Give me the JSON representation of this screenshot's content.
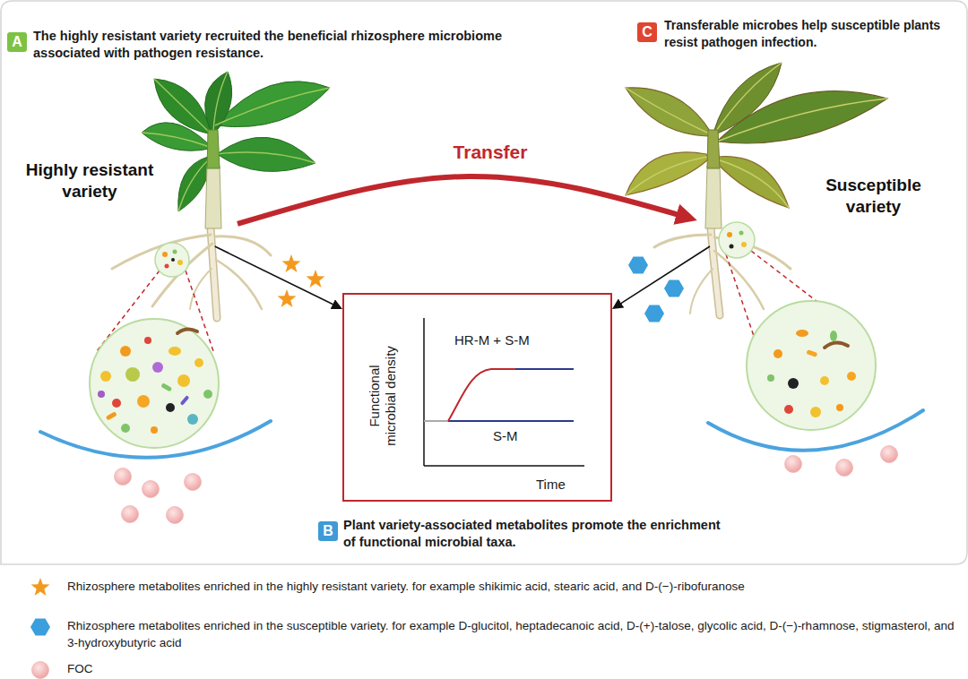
{
  "diagram": {
    "nodes": [
      {
        "text": [
          "A",
          "The highly resistant variety recruited the beneficial rhizosphere microbiome associated with pathogen resistance."
        ]
      },
      {
        "text": [
          "C",
          "Transferable microbes help susceptible plants resist pathogen infection."
        ]
      },
      {
        "text": [
          "Highly resistant variety"
        ]
      },
      {
        "text": [
          "Susceptible variety"
        ]
      },
      {
        "text": [
          "Functional microbial density",
          "HR-M + S-M",
          "S-M",
          "Time"
        ]
      },
      {
        "text": [
          "B",
          "Plant variety-associated metabolites promote the enrichment of functional microbial taxa."
        ]
      }
    ],
    "edges": [
      {
        "from": 2,
        "to": 3,
        "label": "Transfer",
        "arrow": "to"
      },
      {
        "from": 2,
        "to": 4,
        "arrow": "to"
      },
      {
        "from": 3,
        "to": 4,
        "arrow": "to"
      }
    ],
    "legend": [
      {
        "text": "Rhizosphere metabolites enriched in the highly resistant variety. for example shikimic acid, stearic acid, and D-(−)-ribofuranose"
      },
      {
        "text": "Rhizosphere metabolites enriched in the susceptible variety. for example D-glucitol, heptadecanoic acid, D-(+)-talose, glycolic acid, D-(−)-rhamnose, stigmasterol, and 3-hydroxybutyric acid"
      },
      {
        "text": "FOC"
      }
    ]
  }
}
